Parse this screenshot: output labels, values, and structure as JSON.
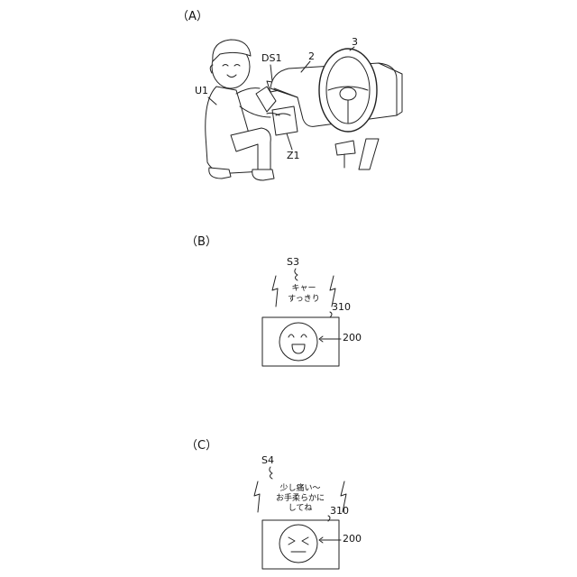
{
  "panels": {
    "a": {
      "label": "（A）",
      "refs": {
        "user": "U1",
        "sprayer": "DS1",
        "dashboard": "2",
        "steering_wheel": "3",
        "cloth": "Z1"
      }
    },
    "b": {
      "label": "（B）",
      "speech_ref": "S3",
      "speech_lines": [
        "キャー",
        "すっきり"
      ],
      "screen_ref": "310",
      "face_ref": "200"
    },
    "c": {
      "label": "（C）",
      "speech_ref": "S4",
      "speech_lines": [
        "少し痛い〜",
        "お手柔らかに",
        "してね"
      ],
      "screen_ref": "310",
      "face_ref": "200"
    }
  }
}
